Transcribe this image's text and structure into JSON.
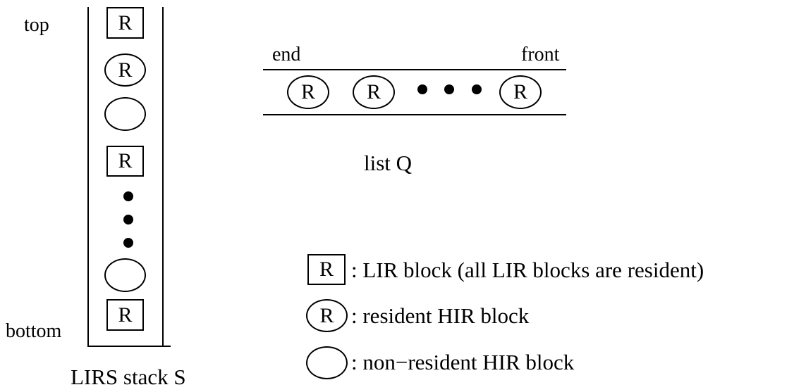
{
  "stack": {
    "top_label": "top",
    "bottom_label": "bottom",
    "caption": "LIRS stack S",
    "entries": [
      {
        "shape": "box",
        "text": "R"
      },
      {
        "shape": "circle",
        "text": "R"
      },
      {
        "shape": "circle",
        "text": ""
      },
      {
        "shape": "box",
        "text": "R"
      },
      {
        "shape": "dot"
      },
      {
        "shape": "dot"
      },
      {
        "shape": "dot"
      },
      {
        "shape": "circle",
        "text": ""
      },
      {
        "shape": "box",
        "text": "R"
      }
    ]
  },
  "queue": {
    "end_label": "end",
    "front_label": "front",
    "caption": "list Q",
    "items": [
      {
        "shape": "circle",
        "text": "R"
      },
      {
        "shape": "circle",
        "text": "R"
      },
      {
        "shape": "dot"
      },
      {
        "shape": "dot"
      },
      {
        "shape": "dot"
      },
      {
        "shape": "circle",
        "text": "R"
      }
    ]
  },
  "legend": {
    "lir_symbol": "R",
    "lir_text": ": LIR block (all LIR blocks are resident)",
    "resident_hir_symbol": "R",
    "resident_hir_text": ": resident HIR block",
    "nonresident_hir_text": ": non−resident HIR block"
  }
}
